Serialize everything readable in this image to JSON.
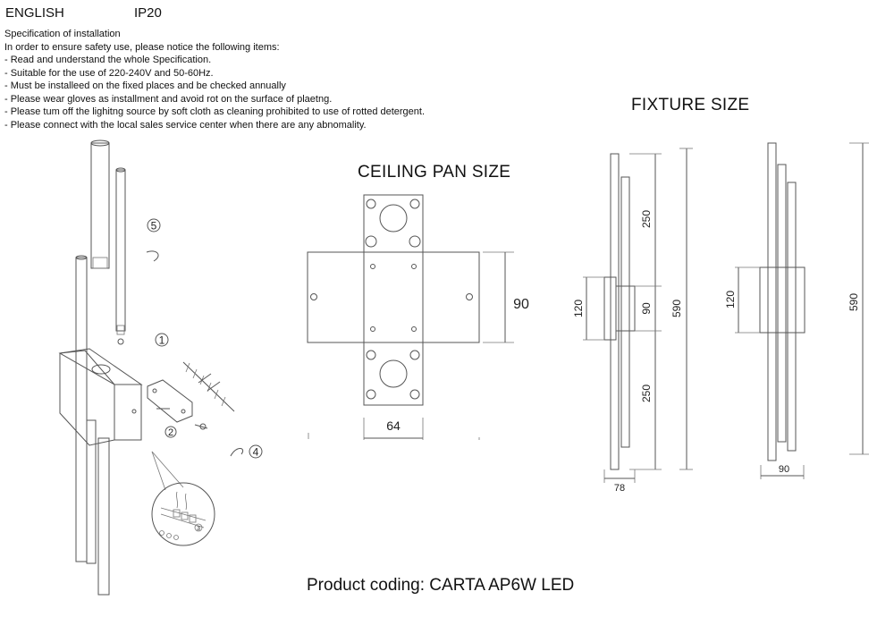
{
  "header": {
    "language": "ENGLISH",
    "ip_rating": "IP20"
  },
  "specification": {
    "title": "Specification of installation",
    "intro": "In order to ensure safety use, please notice the following items:",
    "items": [
      "- Read and understand the whole Specification.",
      "- Suitable for the use of 220-240V and 50-60Hz.",
      "- Must be installeed on the fixed places and be checked annually",
      "- Please wear gloves as installment and avoid rot on the surface of plaetng.",
      "- Please tum off the lighitng source by soft cloth as cleaning prohibited to use of rotted detergent.",
      "- Please connect with the local sales service center when there are any abnomality."
    ]
  },
  "ceiling_pan": {
    "title": "CEILING PAN SIZE",
    "height_label": "90",
    "width_label": "64"
  },
  "fixture": {
    "title": "FIXTURE SIZE",
    "side": {
      "top": "250",
      "body": "120",
      "mid": "90",
      "bottom": "250",
      "total": "590",
      "depth": "78"
    },
    "front": {
      "body": "120",
      "total": "590",
      "width": "90"
    }
  },
  "exploded": {
    "steps": [
      "5",
      "1",
      "2",
      "4",
      "3"
    ]
  },
  "product_coding": "Product coding: CARTA AP6W LED"
}
